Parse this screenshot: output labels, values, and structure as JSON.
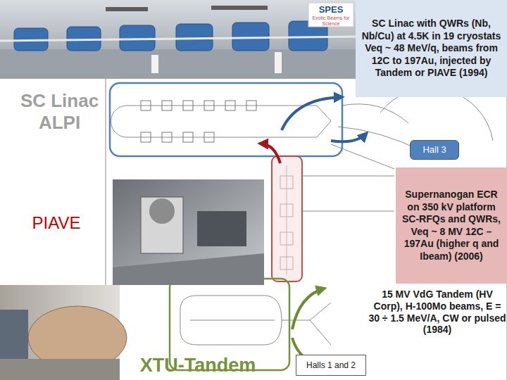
{
  "diagram": {
    "nodes": [
      {
        "text": [
          "SC Linac with QWRs (Nb, Nb/Cu) at 4.5K in 19 cryostats Veq ~ 48 MeV/q, beams from 12C to 197Au, injected by Tandem or PIAVE (1994)"
        ]
      },
      {
        "text": [
          "Hall 3"
        ]
      },
      {
        "text": [
          "Supernanogan ECR on 350 kV platform SC-RFQs and QWRs, Veq ~ 8 MV 12C – 197Au (higher q and Ibeam) (2006)"
        ]
      },
      {
        "text": [
          "Halls 1 and 2"
        ]
      }
    ],
    "labels": [
      "SC Linac ALPI",
      "PIAVE",
      "XTU-Tandem",
      "15 MV VdG Tandem (HV Corp), H-100Mo beams, E = 30 ÷ 1.5 MeV/A, CW or pulsed (1984)",
      "SPES",
      "Exotic Beams for Science"
    ]
  }
}
